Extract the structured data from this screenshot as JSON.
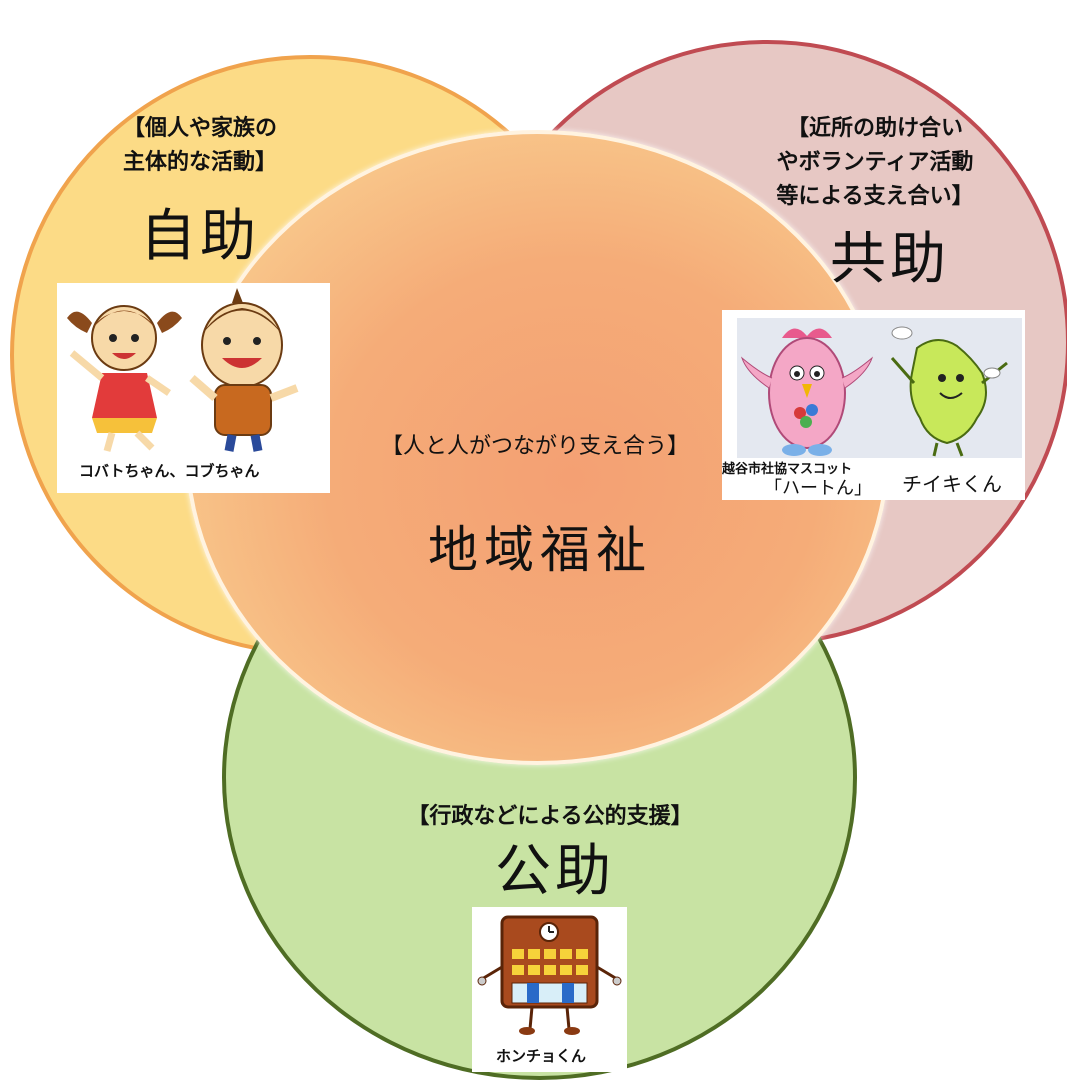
{
  "jijo": {
    "desc_line1": "【個人や家族の",
    "desc_line2": "主体的な活動】",
    "title": "自助",
    "caption": "コバトちゃん、コブちゃん"
  },
  "kyojo": {
    "desc_line1": "【近所の助け合い",
    "desc_line2": "やボランティア活動",
    "desc_line3": "等による支え合い】",
    "title": "共助",
    "caption_mascot": "越谷市社協マスコット",
    "caption_name": "「ハートん」",
    "caption_chiiki": "チイキくん"
  },
  "chiiki": {
    "desc": "【人と人がつながり支え合う】",
    "title": "地域福祉"
  },
  "kojo": {
    "desc": "【行政などによる公的支援】",
    "title": "公助",
    "caption": "ホンチョくん"
  }
}
